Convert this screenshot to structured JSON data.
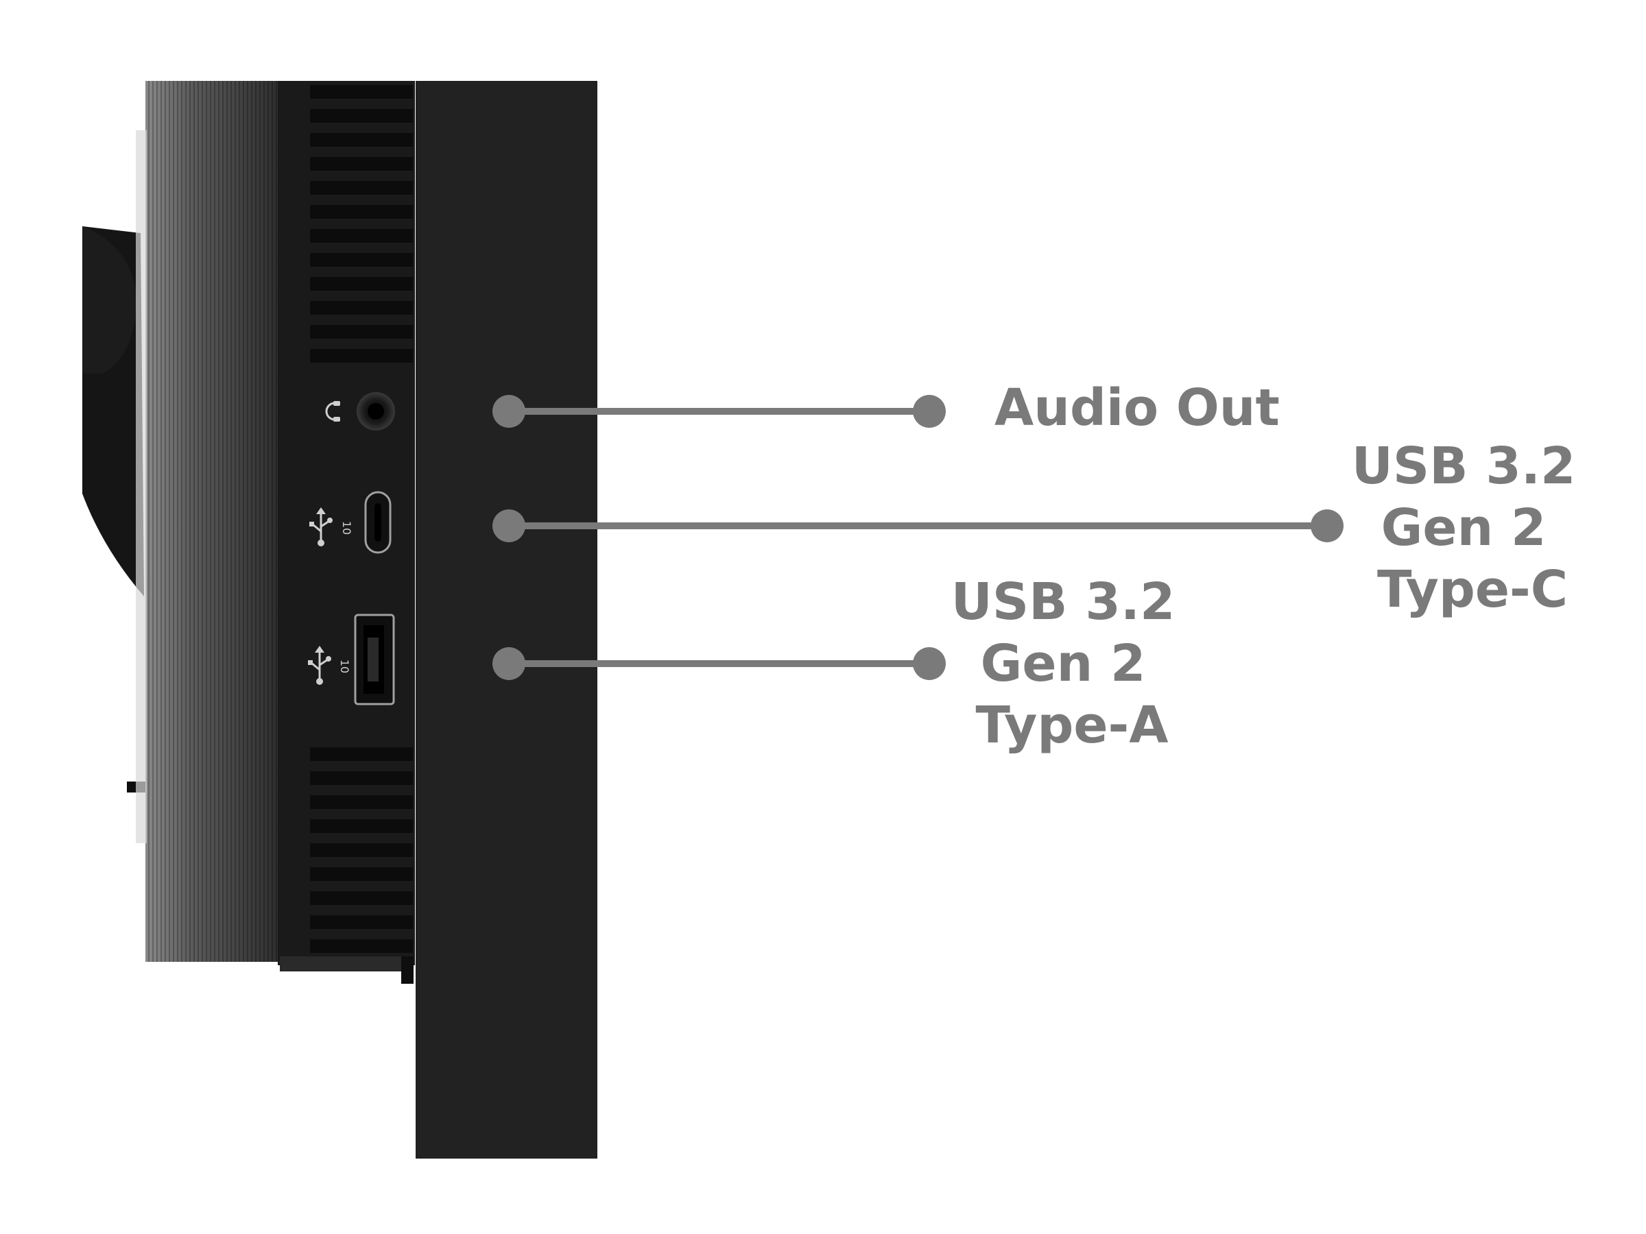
{
  "callouts": [
    {
      "id": "audio",
      "lines": [
        "Audio Out"
      ]
    },
    {
      "id": "usbc",
      "lines": [
        "USB 3.2",
        "Gen 2",
        "Type-C"
      ]
    },
    {
      "id": "usba",
      "lines": [
        "USB 3.2",
        "Gen 2",
        "Type-A"
      ]
    }
  ],
  "port_marks": {
    "usbc_speed": "10",
    "usba_speed": "10"
  },
  "colors": {
    "callout": "#7a7a7a",
    "bezel": "#222222",
    "panel": "#1a1a1a",
    "stand": "#111111",
    "housing": "#4a4a4a"
  },
  "icons": [
    "headphone-icon",
    "usb-icon"
  ]
}
